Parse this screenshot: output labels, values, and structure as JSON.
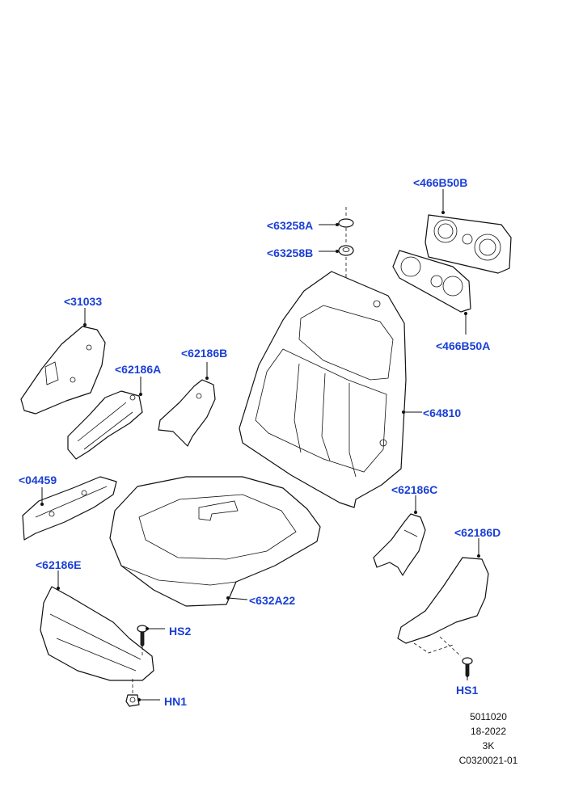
{
  "callouts": {
    "c466B50B": "<466B50B",
    "c63258A": "<63258A",
    "c63258B": "<63258B",
    "c31033": "<31033",
    "c62186B": "<62186B",
    "c62186A": "<62186A",
    "c466B50A": "<466B50A",
    "c64810": "<64810",
    "c04459": "<04459",
    "c62186C": "<62186C",
    "c62186D": "<62186D",
    "c62186E": "<62186E",
    "c632A22": "<632A22",
    "cHS2": "HS2",
    "cHS1": "HS1",
    "cHN1": "HN1"
  },
  "footer": {
    "line1": "5011020",
    "line2": "18-2022",
    "line3": "3K",
    "line4": "C0320021-01"
  },
  "colors": {
    "callout": "#1a3fd6",
    "line": "#111111",
    "background": "#ffffff"
  }
}
